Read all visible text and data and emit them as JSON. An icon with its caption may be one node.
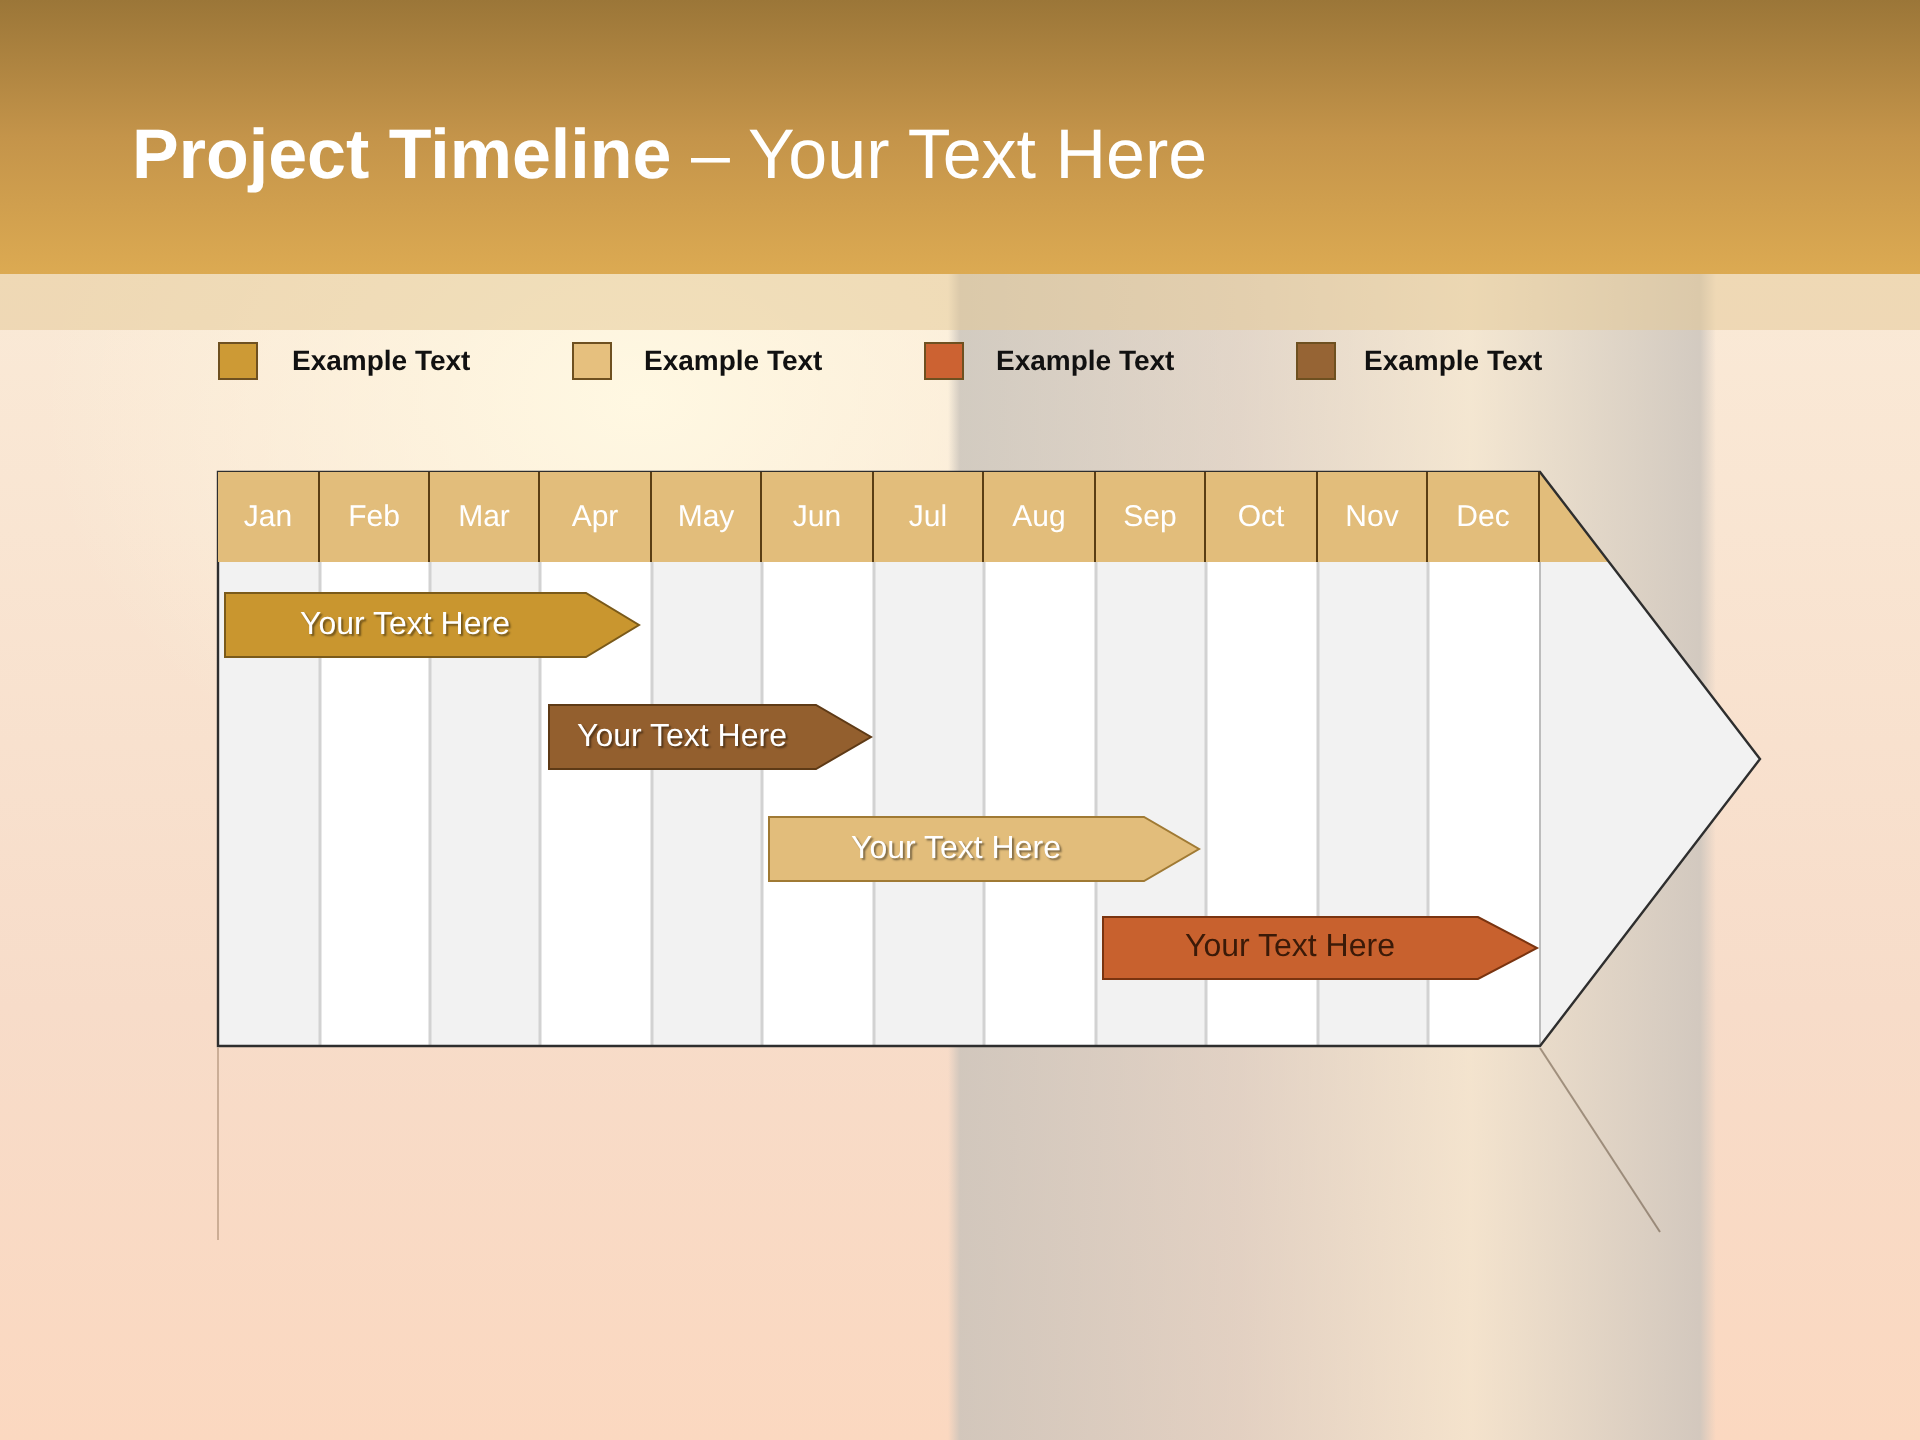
{
  "diagram": {
    "title": "**Project Timeline** – Your Text Here",
    "nodes": [
      {
        "text": [
          "Your Text Here"
        ]
      },
      {
        "text": [
          "Your Text Here"
        ]
      },
      {
        "text": [
          "Your Text Here"
        ]
      },
      {
        "text": [
          "Your Text Here"
        ]
      }
    ],
    "labels": [
      "Jan",
      "Feb",
      "Mar",
      "Apr",
      "May",
      "Jun",
      "Jul",
      "Aug",
      "Sep",
      "Oct",
      "Nov",
      "Dec"
    ],
    "legend": [
      {
        "text": "Example Text",
        "color": "#cd9a35"
      },
      {
        "text": "Example Text",
        "color": "#e6c07e"
      },
      {
        "text": "Example Text",
        "color": "#cc6232"
      },
      {
        "text": "Example Text",
        "color": "#966434"
      }
    ]
  }
}
